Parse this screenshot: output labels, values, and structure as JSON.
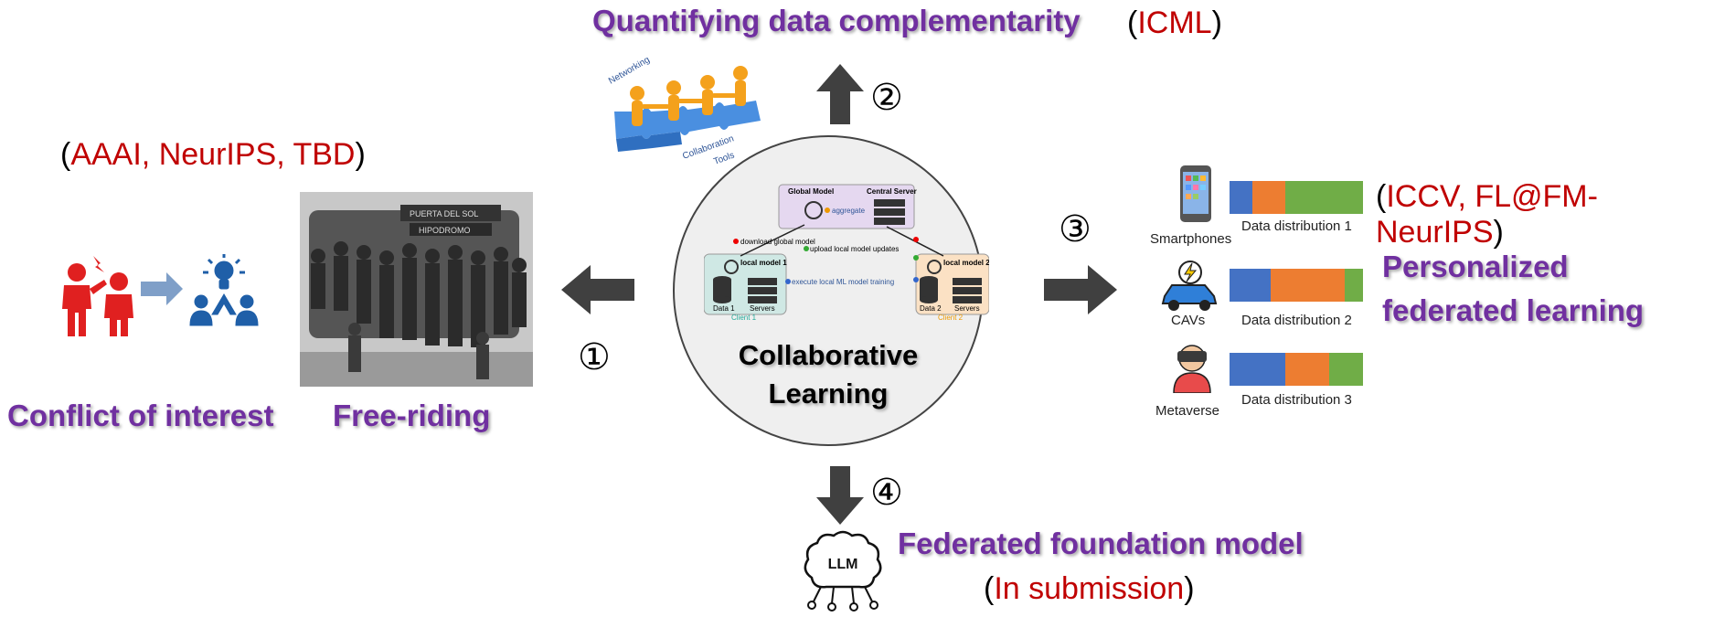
{
  "top": {
    "title": "Quantifying data complementarity",
    "venue_open": "(",
    "venue": "ICML",
    "venue_close": ")",
    "step": "②",
    "puzzle_label1": "Networking",
    "puzzle_label2": "Collaboration",
    "puzzle_label3": "Tools"
  },
  "left": {
    "venue_open": "(",
    "venues": "AAAI, NeurIPS, TBD",
    "venue_close": ")",
    "label_conflict": "Conflict of interest",
    "label_freeriding": "Free-riding",
    "photo_sign1": "PUERTA DEL SOL",
    "photo_sign2": "HIPODROMO",
    "step": "①"
  },
  "center": {
    "title_line1": "Collaborative",
    "title_line2": "Learning",
    "global_model": "Global Model",
    "central_server": "Central Server",
    "aggregate": "aggregate",
    "download": "download global model",
    "upload": "upload local model updates",
    "execute": "execute local ML model training",
    "local1": "local model 1",
    "local2": "local model 2",
    "data1": "Data 1",
    "data2": "Data 2",
    "servers": "Servers",
    "client1": "Client 1",
    "client2": "Client 2",
    "n1": "1",
    "n2": "2",
    "n3": "3"
  },
  "right": {
    "step": "③",
    "venue_open": "(",
    "venues": "ICCV, FL@FM-NeurIPS",
    "venue_close": ")",
    "title_line1": "Personalized",
    "title_line2": "federated learning",
    "devices": [
      {
        "name": "Smartphones",
        "dist_label": "Data distribution 1",
        "segments": [
          0.17,
          0.25,
          0.58
        ]
      },
      {
        "name": "CAVs",
        "dist_label": "Data distribution 2",
        "segments": [
          0.31,
          0.55,
          0.14
        ]
      },
      {
        "name": "Metaverse",
        "dist_label": "Data distribution 3",
        "segments": [
          0.42,
          0.33,
          0.25
        ]
      }
    ],
    "colors": [
      "#4472c4",
      "#ed7d31",
      "#70ad47"
    ]
  },
  "bottom": {
    "step": "④",
    "llm": "LLM",
    "title": "Federated foundation model",
    "status_open": "(",
    "status": "In submission",
    "status_close": ")"
  }
}
